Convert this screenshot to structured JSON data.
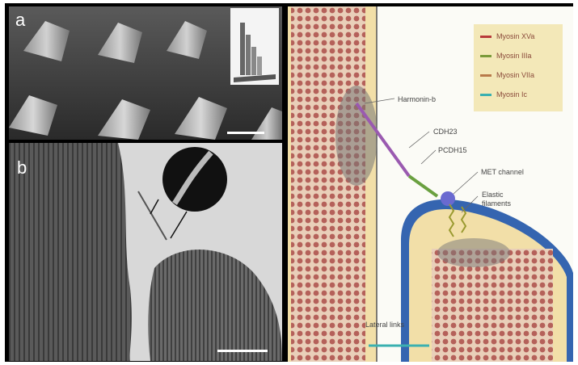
{
  "panels": {
    "a": {
      "label": "a"
    },
    "b": {
      "label": "b"
    }
  },
  "legend": {
    "items": [
      {
        "label": "Myosin XVa",
        "color": "#b83a3a"
      },
      {
        "label": "Myosin IIIa",
        "color": "#7a9a3a"
      },
      {
        "label": "Myosin VIIa",
        "color": "#b87a4a"
      },
      {
        "label": "Myosin Ic",
        "color": "#3ab0b0"
      }
    ]
  },
  "diagram": {
    "labels": {
      "harmonin": "Harmonin-b",
      "cdh23": "CDH23",
      "pcdh15": "PCDH15",
      "met": "MET channel",
      "elastic": "Elastic\nfilaments",
      "lateral": "Lateral links"
    }
  },
  "colors": {
    "actin": "#b5615a",
    "membrane_fill": "#f2dfa8",
    "membrane_blue": "#3565b0",
    "tip_link_purple": "#9a5ab0",
    "tip_link_green": "#6aa040",
    "met_channel": "#6a6ad0"
  }
}
